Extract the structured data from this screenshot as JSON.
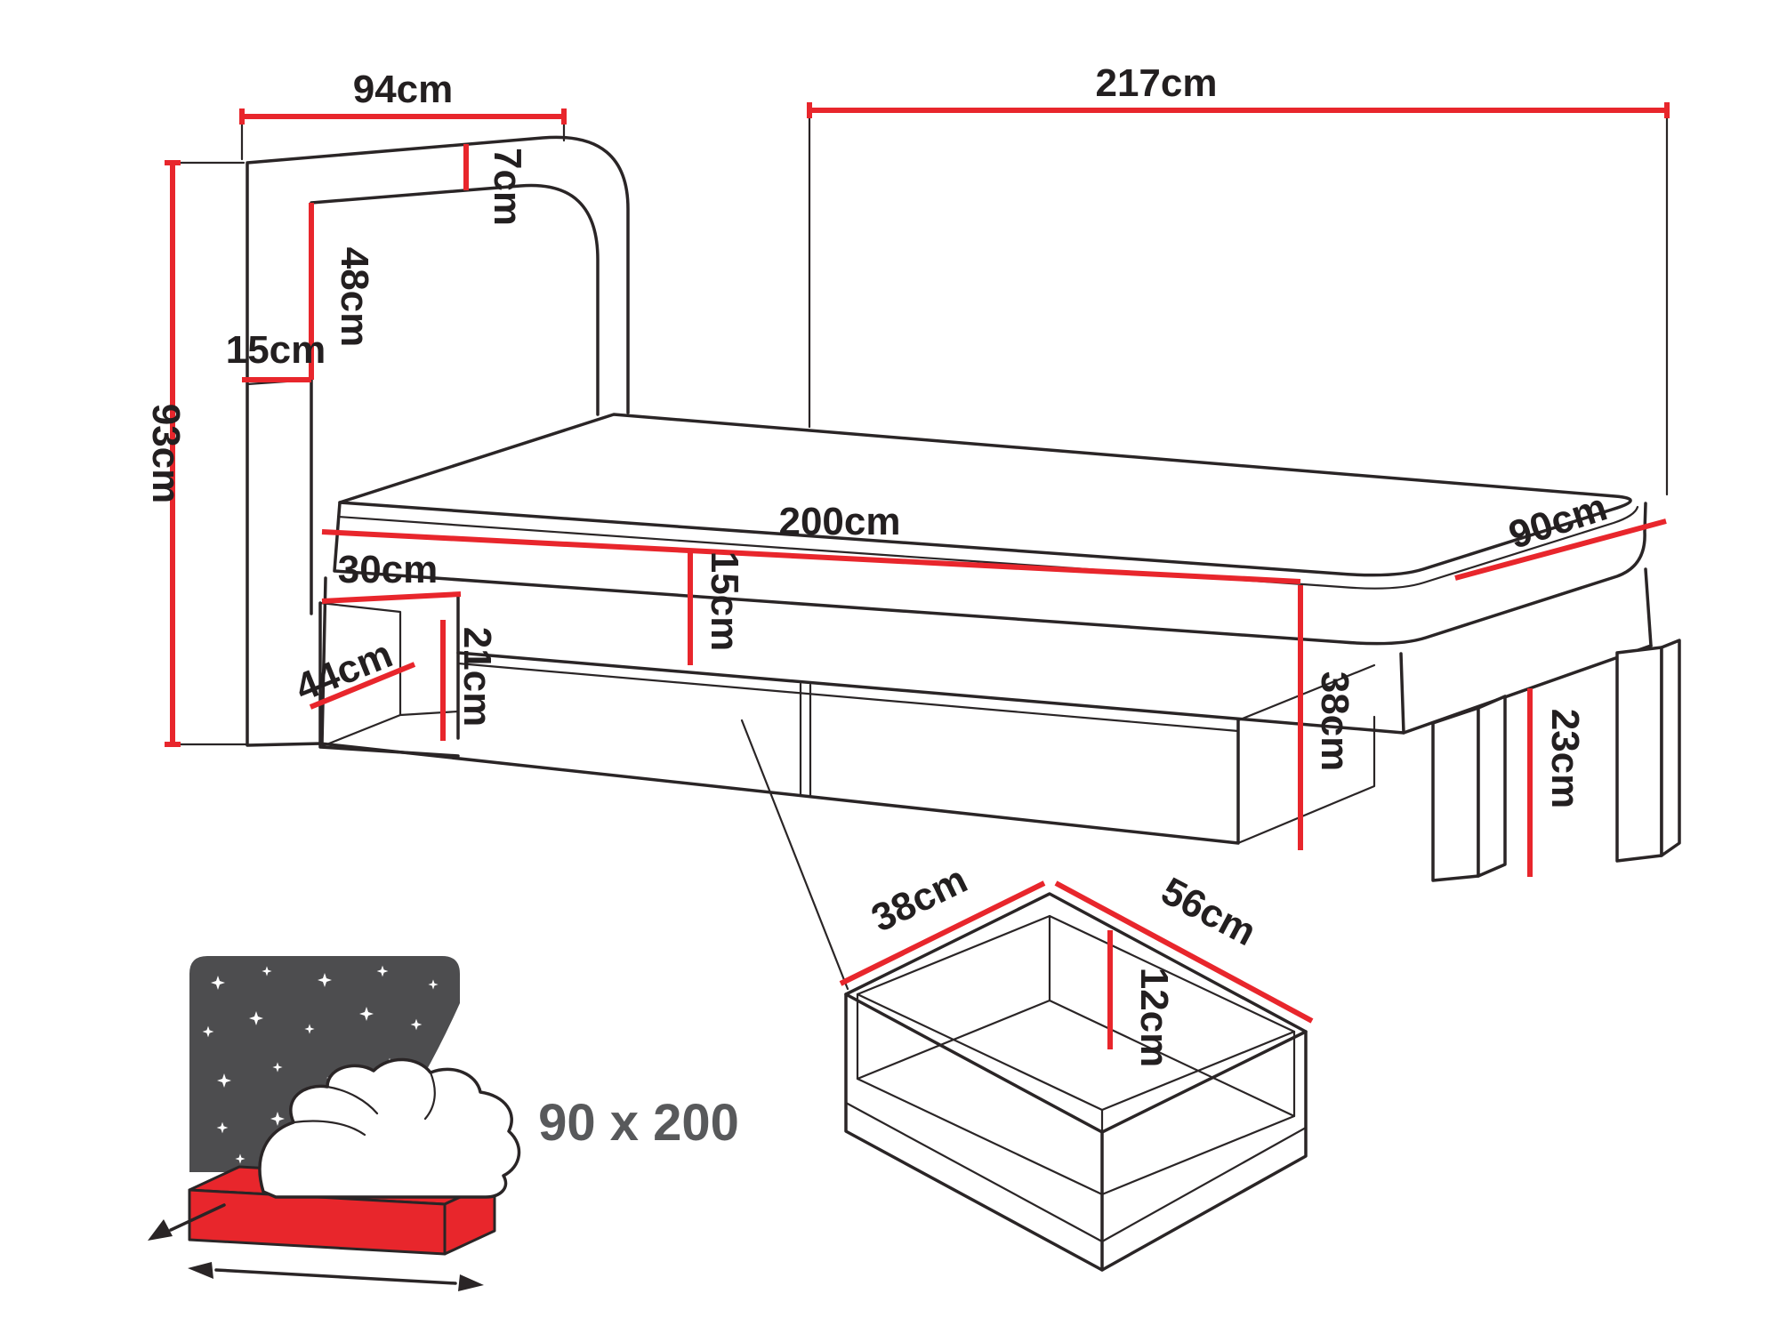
{
  "diagram": {
    "dimensions": {
      "headboard_depth": "94cm",
      "total_length": "217cm",
      "total_height": "93cm",
      "top_thickness": "7cm",
      "headboard_height": "48cm",
      "side_panel_width": "15cm",
      "bed_length": "200cm",
      "bed_width": "90cm",
      "frame_rail_height": "15cm",
      "niche_width": "30cm",
      "niche_height": "21cm",
      "niche_depth": "44cm",
      "base_height": "38cm",
      "leg_height": "23cm"
    },
    "drawer": {
      "depth": "38cm",
      "width": "56cm",
      "height": "12cm"
    },
    "icon_label": "90 x 200",
    "colors": {
      "dimension_red": "#e8262c",
      "outline_black": "#2a2526",
      "icon_gray": "#4d4d4f"
    }
  }
}
